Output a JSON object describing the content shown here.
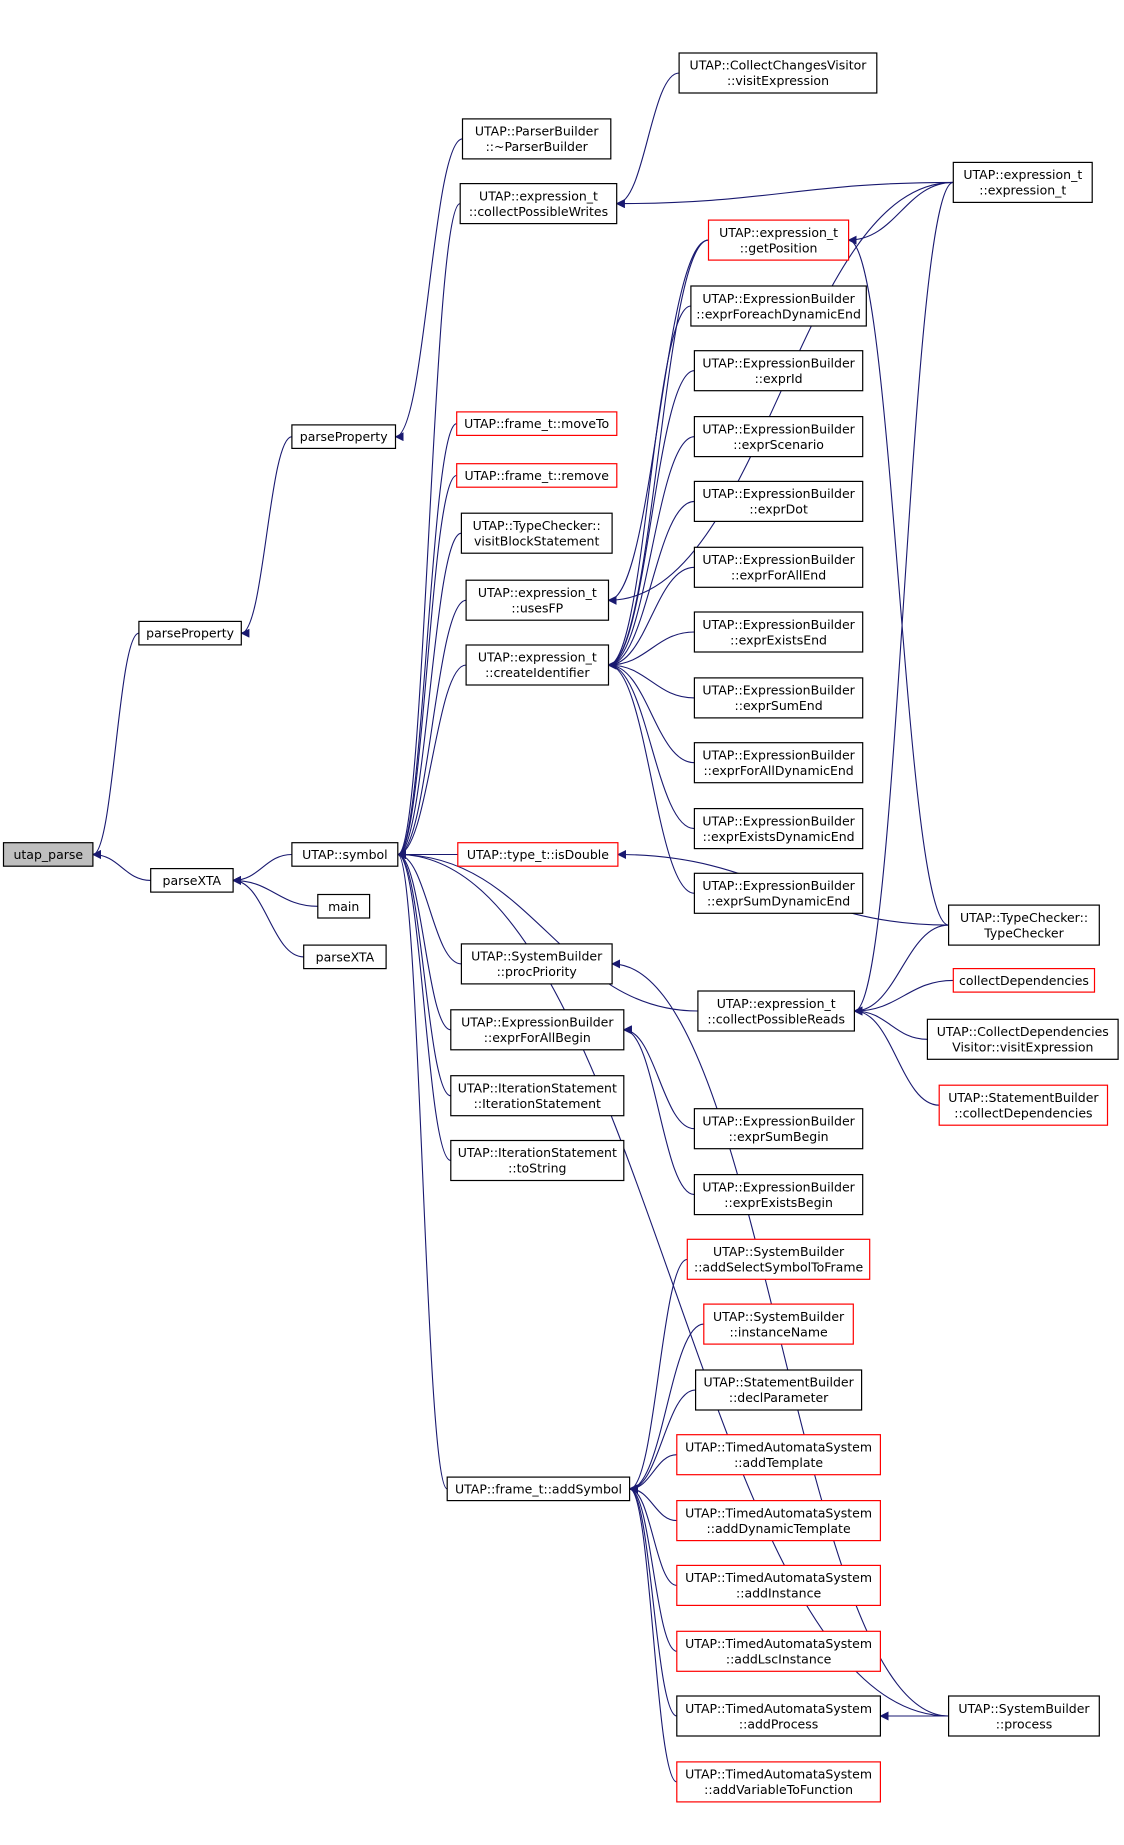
{
  "colors": {
    "edge": "#191970",
    "normal_border": "#000000",
    "truncated_border": "#ff0000",
    "root_fill": "#bfbfbf",
    "node_fill": "#ffffff"
  },
  "nodes": [
    {
      "id": "utap_parse",
      "lines": [
        "utap_parse"
      ],
      "kind": "root"
    },
    {
      "id": "parseXTA1",
      "lines": [
        "parseXTA"
      ],
      "kind": "normal"
    },
    {
      "id": "parseProperty1",
      "lines": [
        "parseProperty"
      ],
      "kind": "normal"
    },
    {
      "id": "parseProperty2",
      "lines": [
        "parseProperty"
      ],
      "kind": "normal"
    },
    {
      "id": "ParserBuilderDtor",
      "lines": [
        "UTAP::ParserBuilder",
        "::~ParserBuilder"
      ],
      "kind": "normal"
    },
    {
      "id": "symbol",
      "lines": [
        "UTAP::symbol"
      ],
      "kind": "normal"
    },
    {
      "id": "main",
      "lines": [
        "main"
      ],
      "kind": "normal"
    },
    {
      "id": "parseXTA2",
      "lines": [
        "parseXTA"
      ],
      "kind": "normal"
    },
    {
      "id": "collectPossibleWrites",
      "lines": [
        "UTAP::expression_t",
        "::collectPossibleWrites"
      ],
      "kind": "normal"
    },
    {
      "id": "moveTo",
      "lines": [
        "UTAP::frame_t::moveTo"
      ],
      "kind": "truncated"
    },
    {
      "id": "remove",
      "lines": [
        "UTAP::frame_t::remove"
      ],
      "kind": "truncated"
    },
    {
      "id": "visitBlockStatement",
      "lines": [
        "UTAP::TypeChecker::",
        "visitBlockStatement"
      ],
      "kind": "normal"
    },
    {
      "id": "usesFP",
      "lines": [
        "UTAP::expression_t",
        "::usesFP"
      ],
      "kind": "normal"
    },
    {
      "id": "createIdentifier",
      "lines": [
        "UTAP::expression_t",
        "::createIdentifier"
      ],
      "kind": "normal"
    },
    {
      "id": "isDouble",
      "lines": [
        "UTAP::type_t::isDouble"
      ],
      "kind": "truncated"
    },
    {
      "id": "procPriority",
      "lines": [
        "UTAP::SystemBuilder",
        "::procPriority"
      ],
      "kind": "normal"
    },
    {
      "id": "exprForAllBegin",
      "lines": [
        "UTAP::ExpressionBuilder",
        "::exprForAllBegin"
      ],
      "kind": "normal"
    },
    {
      "id": "IterationStatementCtor",
      "lines": [
        "UTAP::IterationStatement",
        "::IterationStatement"
      ],
      "kind": "normal"
    },
    {
      "id": "IterationStatementToString",
      "lines": [
        "UTAP::IterationStatement",
        "::toString"
      ],
      "kind": "normal"
    },
    {
      "id": "addSymbol",
      "lines": [
        "UTAP::frame_t::addSymbol"
      ],
      "kind": "normal"
    },
    {
      "id": "visitExpression",
      "lines": [
        "UTAP::CollectChangesVisitor",
        "::visitExpression"
      ],
      "kind": "normal"
    },
    {
      "id": "getPosition",
      "lines": [
        "UTAP::expression_t",
        "::getPosition"
      ],
      "kind": "truncated"
    },
    {
      "id": "exprForeachDynamicEnd",
      "lines": [
        "UTAP::ExpressionBuilder",
        "::exprForeachDynamicEnd"
      ],
      "kind": "normal"
    },
    {
      "id": "exprId",
      "lines": [
        "UTAP::ExpressionBuilder",
        "::exprId"
      ],
      "kind": "normal"
    },
    {
      "id": "exprScenario",
      "lines": [
        "UTAP::ExpressionBuilder",
        "::exprScenario"
      ],
      "kind": "normal"
    },
    {
      "id": "exprDot",
      "lines": [
        "UTAP::ExpressionBuilder",
        "::exprDot"
      ],
      "kind": "normal"
    },
    {
      "id": "exprForAllEnd",
      "lines": [
        "UTAP::ExpressionBuilder",
        "::exprForAllEnd"
      ],
      "kind": "normal"
    },
    {
      "id": "exprExistsEnd",
      "lines": [
        "UTAP::ExpressionBuilder",
        "::exprExistsEnd"
      ],
      "kind": "normal"
    },
    {
      "id": "exprSumEnd",
      "lines": [
        "UTAP::ExpressionBuilder",
        "::exprSumEnd"
      ],
      "kind": "normal"
    },
    {
      "id": "exprForAllDynamicEnd",
      "lines": [
        "UTAP::ExpressionBuilder",
        "::exprForAllDynamicEnd"
      ],
      "kind": "normal"
    },
    {
      "id": "exprExistsDynamicEnd",
      "lines": [
        "UTAP::ExpressionBuilder",
        "::exprExistsDynamicEnd"
      ],
      "kind": "normal"
    },
    {
      "id": "exprSumDynamicEnd",
      "lines": [
        "UTAP::ExpressionBuilder",
        "::exprSumDynamicEnd"
      ],
      "kind": "normal"
    },
    {
      "id": "collectPossibleReads",
      "lines": [
        "UTAP::expression_t",
        "::collectPossibleReads"
      ],
      "kind": "normal"
    },
    {
      "id": "exprSumBegin",
      "lines": [
        "UTAP::ExpressionBuilder",
        "::exprSumBegin"
      ],
      "kind": "normal"
    },
    {
      "id": "exprExistsBegin",
      "lines": [
        "UTAP::ExpressionBuilder",
        "::exprExistsBegin"
      ],
      "kind": "normal"
    },
    {
      "id": "addSelectSymbolToFrame",
      "lines": [
        "UTAP::SystemBuilder",
        "::addSelectSymbolToFrame"
      ],
      "kind": "truncated"
    },
    {
      "id": "instanceName",
      "lines": [
        "UTAP::SystemBuilder",
        "::instanceName"
      ],
      "kind": "truncated"
    },
    {
      "id": "declParameter",
      "lines": [
        "UTAP::StatementBuilder",
        "::declParameter"
      ],
      "kind": "normal"
    },
    {
      "id": "addTemplate",
      "lines": [
        "UTAP::TimedAutomataSystem",
        "::addTemplate"
      ],
      "kind": "truncated"
    },
    {
      "id": "addDynamicTemplate",
      "lines": [
        "UTAP::TimedAutomataSystem",
        "::addDynamicTemplate"
      ],
      "kind": "truncated"
    },
    {
      "id": "addInstance",
      "lines": [
        "UTAP::TimedAutomataSystem",
        "::addInstance"
      ],
      "kind": "truncated"
    },
    {
      "id": "addLscInstance",
      "lines": [
        "UTAP::TimedAutomataSystem",
        "::addLscInstance"
      ],
      "kind": "truncated"
    },
    {
      "id": "addProcess",
      "lines": [
        "UTAP::TimedAutomataSystem",
        "::addProcess"
      ],
      "kind": "normal"
    },
    {
      "id": "addVariableToFunction",
      "lines": [
        "UTAP::TimedAutomataSystem",
        "::addVariableToFunction"
      ],
      "kind": "truncated"
    },
    {
      "id": "expressionCtor",
      "lines": [
        "UTAP::expression_t",
        "::expression_t"
      ],
      "kind": "normal"
    },
    {
      "id": "TypeCheckerCtor",
      "lines": [
        "UTAP::TypeChecker::",
        "TypeChecker"
      ],
      "kind": "normal"
    },
    {
      "id": "collectDependencies",
      "lines": [
        "collectDependencies"
      ],
      "kind": "truncated"
    },
    {
      "id": "CollectDependenciesVisitor",
      "lines": [
        "UTAP::CollectDependencies",
        "Visitor::visitExpression"
      ],
      "kind": "normal"
    },
    {
      "id": "StatementBuilderCollectDependencies",
      "lines": [
        "UTAP::StatementBuilder",
        "::collectDependencies"
      ],
      "kind": "truncated"
    },
    {
      "id": "SystemBuilderProcess",
      "lines": [
        "UTAP::SystemBuilder",
        "::process"
      ],
      "kind": "normal"
    }
  ],
  "edges": [
    [
      "parseXTA1",
      "utap_parse"
    ],
    [
      "parseProperty1",
      "utap_parse"
    ],
    [
      "parseProperty2",
      "parseProperty1"
    ],
    [
      "ParserBuilderDtor",
      "parseProperty2"
    ],
    [
      "symbol",
      "parseXTA1"
    ],
    [
      "main",
      "parseXTA1"
    ],
    [
      "parseXTA2",
      "parseXTA1"
    ],
    [
      "collectPossibleWrites",
      "symbol"
    ],
    [
      "moveTo",
      "symbol"
    ],
    [
      "remove",
      "symbol"
    ],
    [
      "visitBlockStatement",
      "symbol"
    ],
    [
      "usesFP",
      "symbol"
    ],
    [
      "createIdentifier",
      "symbol"
    ],
    [
      "isDouble",
      "symbol"
    ],
    [
      "procPriority",
      "symbol"
    ],
    [
      "exprForAllBegin",
      "symbol"
    ],
    [
      "IterationStatementCtor",
      "symbol"
    ],
    [
      "IterationStatementToString",
      "symbol"
    ],
    [
      "addSymbol",
      "symbol"
    ],
    [
      "collectPossibleReads",
      "symbol"
    ],
    [
      "SystemBuilderProcess",
      "symbol"
    ],
    [
      "visitExpression",
      "collectPossibleWrites"
    ],
    [
      "expressionCtor",
      "collectPossibleWrites"
    ],
    [
      "getPosition",
      "usesFP"
    ],
    [
      "expressionCtor",
      "usesFP"
    ],
    [
      "expressionCtor",
      "getPosition"
    ],
    [
      "TypeCheckerCtor",
      "getPosition"
    ],
    [
      "exprForeachDynamicEnd",
      "createIdentifier"
    ],
    [
      "exprId",
      "createIdentifier"
    ],
    [
      "exprScenario",
      "createIdentifier"
    ],
    [
      "exprDot",
      "createIdentifier"
    ],
    [
      "exprForAllEnd",
      "createIdentifier"
    ],
    [
      "exprExistsEnd",
      "createIdentifier"
    ],
    [
      "exprSumEnd",
      "createIdentifier"
    ],
    [
      "exprForAllDynamicEnd",
      "createIdentifier"
    ],
    [
      "exprExistsDynamicEnd",
      "createIdentifier"
    ],
    [
      "exprSumDynamicEnd",
      "createIdentifier"
    ],
    [
      "getPosition",
      "createIdentifier"
    ],
    [
      "TypeCheckerCtor",
      "isDouble"
    ],
    [
      "SystemBuilderProcess",
      "procPriority"
    ],
    [
      "exprSumBegin",
      "exprForAllBegin"
    ],
    [
      "exprExistsBegin",
      "exprForAllBegin"
    ],
    [
      "expressionCtor",
      "collectPossibleReads"
    ],
    [
      "TypeCheckerCtor",
      "collectPossibleReads"
    ],
    [
      "collectDependencies",
      "collectPossibleReads"
    ],
    [
      "CollectDependenciesVisitor",
      "collectPossibleReads"
    ],
    [
      "StatementBuilderCollectDependencies",
      "collectPossibleReads"
    ],
    [
      "addSelectSymbolToFrame",
      "addSymbol"
    ],
    [
      "instanceName",
      "addSymbol"
    ],
    [
      "declParameter",
      "addSymbol"
    ],
    [
      "addTemplate",
      "addSymbol"
    ],
    [
      "addDynamicTemplate",
      "addSymbol"
    ],
    [
      "addInstance",
      "addSymbol"
    ],
    [
      "addLscInstance",
      "addSymbol"
    ],
    [
      "addProcess",
      "addSymbol"
    ],
    [
      "addVariableToFunction",
      "addSymbol"
    ],
    [
      "SystemBuilderProcess",
      "addProcess"
    ]
  ]
}
